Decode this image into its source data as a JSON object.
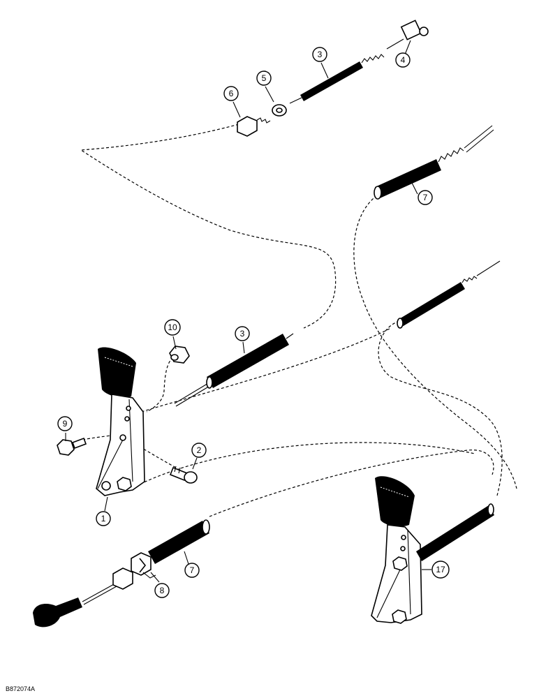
{
  "diagram": {
    "drawing_code": "B872074A",
    "callouts": [
      {
        "id": "c-top-4",
        "label": "4"
      },
      {
        "id": "c-top-3",
        "label": "3"
      },
      {
        "id": "c-top-5",
        "label": "5"
      },
      {
        "id": "c-top-6",
        "label": "6"
      },
      {
        "id": "c-right-7",
        "label": "7"
      },
      {
        "id": "c-mid-10",
        "label": "10"
      },
      {
        "id": "c-mid-3",
        "label": "3"
      },
      {
        "id": "c-mid-9",
        "label": "9"
      },
      {
        "id": "c-mid-2",
        "label": "2"
      },
      {
        "id": "c-mid-1",
        "label": "1"
      },
      {
        "id": "c-bot-7",
        "label": "7"
      },
      {
        "id": "c-bot-8",
        "label": "8"
      },
      {
        "id": "c-bot-17",
        "label": "17"
      }
    ]
  }
}
